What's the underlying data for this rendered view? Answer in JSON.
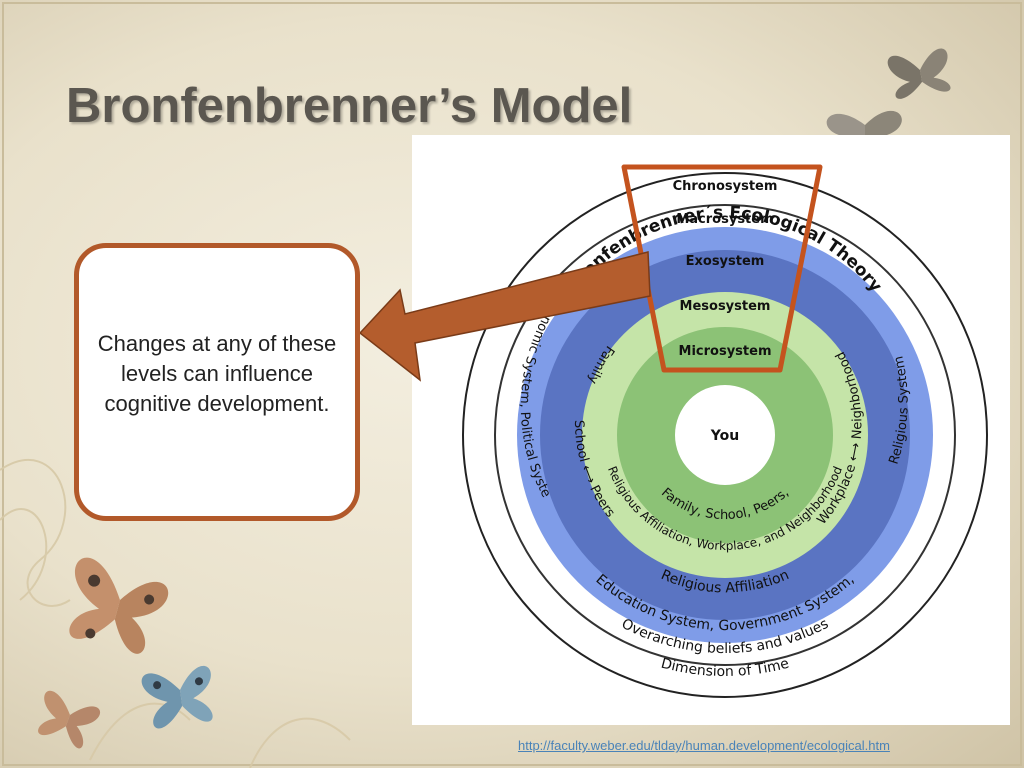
{
  "slide": {
    "title": "Bronfenbrenner’s Model",
    "callout_text": "Changes at any of these levels can influence cognitive development.",
    "source_link": "http://faculty.weber.edu/tlday/human.development/ecological.htm"
  },
  "diagram": {
    "title": "Bronfenbrenner´s Ecological Theory",
    "rings": {
      "chronosystem": "Chronosystem",
      "macrosystem": "Macrosystem",
      "exosystem": "Exosystem",
      "mesosystem": "Mesosystem",
      "microsystem": "Microsystem"
    },
    "center": "You",
    "time_text": "Dimension of Time",
    "macro_text": "Overarching beliefs and values",
    "exo_left_text": "Economic System, Political System,",
    "exo_bottom_text": "Education System, Government System,",
    "exo_right_text": "Religious System",
    "meso_bottom_text": "Religious Affiliation",
    "meso_right_text": "Workplace ⟷ Neighborhood",
    "meso_left_family": "Family",
    "meso_left_school": "School ⟷ Peers",
    "micro_line1": "Family, School, Peers,",
    "micro_line2": "Religious Affiliation, Workplace, and Neighborhood",
    "colors": {
      "chrono": "#ffffff",
      "macro": "#7f9ce8",
      "exo": "#5a74c2",
      "meso": "#c5e4a8",
      "micro": "#8cc276",
      "center": "#ffffff",
      "highlight": "#c4531e",
      "arrow": "#b45d2d"
    }
  }
}
